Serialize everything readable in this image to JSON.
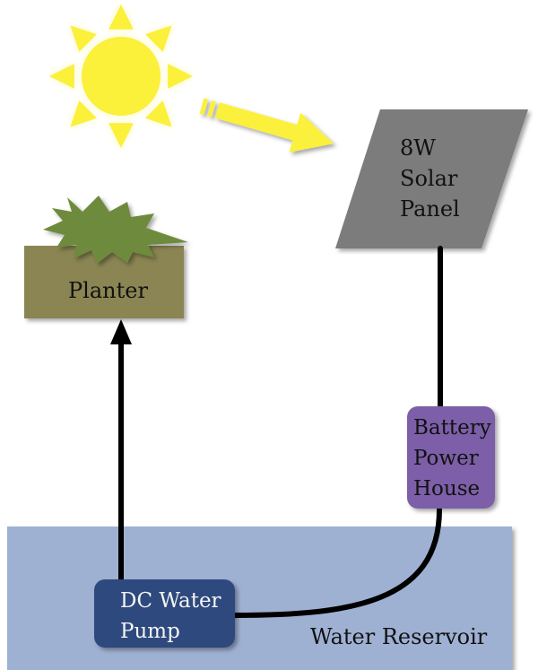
{
  "colors": {
    "sun": "#fbf03a",
    "sun_glow": "#fbf7a8",
    "panel": "#7c7c7c",
    "planter": "#8b8552",
    "plant": "#6e8b3d",
    "battery": "#7c5ea8",
    "pump": "#2e4a7d",
    "reservoir": "#9fb1d3",
    "wire": "#000000"
  },
  "sun": {
    "icon": "sun-icon"
  },
  "sunlight_arrow": {
    "icon": "sunlight-arrow-icon"
  },
  "solar_panel": {
    "label_lines": [
      "8W",
      "Solar",
      "Panel"
    ]
  },
  "planter": {
    "label": "Planter",
    "plant_icon": "plant-icon"
  },
  "battery": {
    "label_lines": [
      "Battery",
      "Power",
      "House"
    ]
  },
  "pump": {
    "label_lines": [
      "DC Water",
      "Pump"
    ]
  },
  "reservoir": {
    "label": "Water Reservoir"
  }
}
